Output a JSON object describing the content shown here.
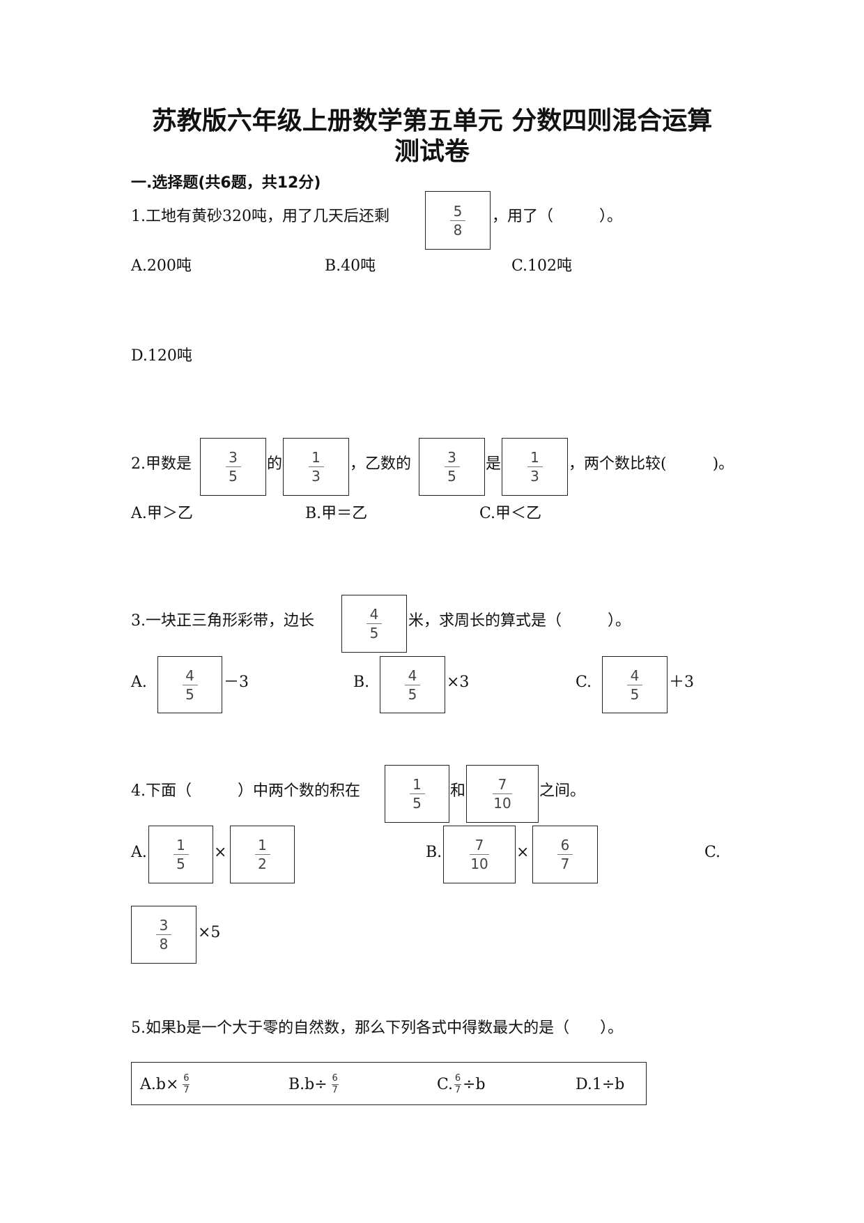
{
  "title": {
    "line1": "苏教版六年级上册数学第五单元 分数四则混合运算",
    "line2": "测试卷"
  },
  "section": "一.选择题(共6题，共12分)",
  "q1": {
    "text_before": "1.工地有黄砂320吨，用了几天后还剩",
    "frac": {
      "num": "5",
      "den": "8"
    },
    "text_after": "，用了（　　　）。",
    "options": [
      "A.200吨",
      "B.40吨",
      "C.102吨",
      "D.120吨"
    ]
  },
  "q2": {
    "t1": "2.甲数是",
    "f1": {
      "num": "3",
      "den": "5"
    },
    "t2": "的",
    "f2": {
      "num": "1",
      "den": "3"
    },
    "t3": "，乙数的",
    "f3": {
      "num": "3",
      "den": "5"
    },
    "t4": "是",
    "f4": {
      "num": "1",
      "den": "3"
    },
    "t5": "，两个数比较(　　　)。",
    "options": [
      "A.甲＞乙",
      "B.甲＝乙",
      "C.甲＜乙"
    ]
  },
  "q3": {
    "text_before": "3.一块正三角形彩带，边长",
    "frac": {
      "num": "4",
      "den": "5"
    },
    "text_after": "米，求周长的算式是（　　　）。",
    "options": [
      {
        "label": "A.",
        "num": "4",
        "den": "5",
        "suffix": "－3"
      },
      {
        "label": "B.",
        "num": "4",
        "den": "5",
        "suffix": "×3"
      },
      {
        "label": "C.",
        "num": "4",
        "den": "5",
        "suffix": "＋3"
      }
    ]
  },
  "q4": {
    "text_before": "4.下面（　　　）中两个数的积在",
    "f1": {
      "num": "1",
      "den": "5"
    },
    "t_and": "和",
    "f2": {
      "num": "7",
      "den": "10"
    },
    "text_after": "之间。",
    "optA": {
      "label": "A.",
      "f1": {
        "num": "1",
        "den": "5"
      },
      "op": "×",
      "f2": {
        "num": "1",
        "den": "2"
      }
    },
    "optB": {
      "label": "B.",
      "f1": {
        "num": "7",
        "den": "10"
      },
      "op": "×",
      "f2": {
        "num": "6",
        "den": "7"
      }
    },
    "optC": {
      "label": "C.",
      "f1": {
        "num": "3",
        "den": "8"
      },
      "suffix": "×5"
    }
  },
  "q5": {
    "text": "5.如果b是一个大于零的自然数，那么下列各式中得数最大的是（　　）。",
    "optA": {
      "pre": "A.b×",
      "num": "6",
      "den": "7"
    },
    "optB": {
      "pre": "B.b÷",
      "num": "6",
      "den": "7"
    },
    "optC": {
      "pre": "C.",
      "num": "6",
      "den": "7",
      "post": "÷b"
    },
    "optD": {
      "pre": "D.1÷b"
    }
  }
}
